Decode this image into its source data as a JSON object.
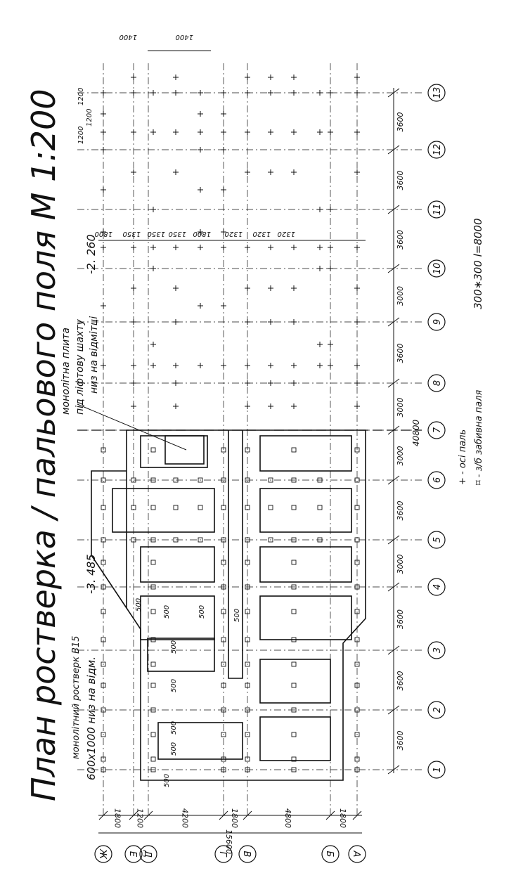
{
  "title": "План ростверка / пальового поля   М 1:200",
  "axes_numbers": [
    "1",
    "2",
    "3",
    "4",
    "5",
    "6",
    "7",
    "8",
    "9",
    "10",
    "11",
    "12",
    "13"
  ],
  "axes_letters": [
    "Ж",
    "Е",
    "Д",
    "Г",
    "В",
    "Б",
    "А"
  ],
  "spans_numeric": [
    "3600",
    "3600",
    "3600",
    "3000",
    "3600",
    "3000",
    "3000",
    "3600",
    "3000",
    "3600",
    "3600",
    "3600"
  ],
  "total_length": "40800",
  "spans_letter": [
    "1800",
    "1200",
    "4200",
    "1800",
    "4800",
    "1800"
  ],
  "total_width": "15600",
  "top_dims": [
    "1400",
    "1400"
  ],
  "side_dims": [
    "1200",
    "1200",
    "1200"
  ],
  "row_dims_right": [
    "1800",
    "1350",
    "1350",
    "1350",
    "1800",
    "1320",
    "1320",
    "1320"
  ],
  "local_500": [
    "500",
    "500",
    "500",
    "500",
    "500",
    "500",
    "500",
    "500",
    "500"
  ],
  "notes": {
    "grillage_line1": "монолітний ростверк  В15",
    "grillage_line2": "600х1000  низ на  відм.",
    "grillage_level": "-3. 485",
    "slab_line1": "монолітна плита",
    "slab_line2": "під ліфтову шахту",
    "slab_line3": "низ на відмітці",
    "slab_level": "-2. 260"
  },
  "legend": {
    "axes": "+ -  осі паль",
    "piles": "⌑ -  з/б  забивна  паля",
    "pile_size": "300∗300  l=8000"
  }
}
